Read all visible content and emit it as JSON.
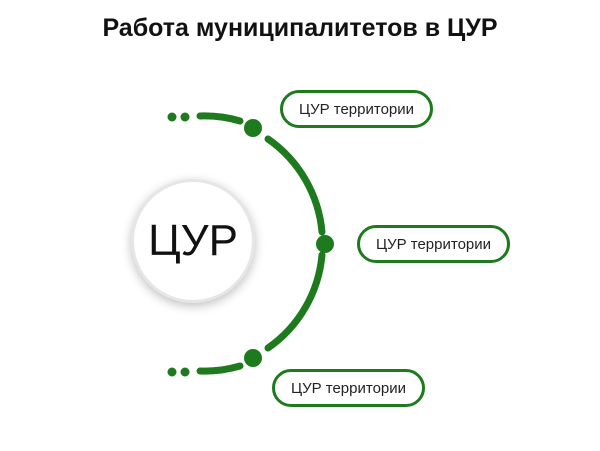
{
  "title": "Работа муниципалитетов в ЦУР",
  "center": {
    "label": "ЦУР"
  },
  "nodes": [
    {
      "label": "ЦУР территории"
    },
    {
      "label": "ЦУР территории"
    },
    {
      "label": "ЦУР территории"
    }
  ],
  "colors": {
    "accent": "#1d7a1d"
  }
}
